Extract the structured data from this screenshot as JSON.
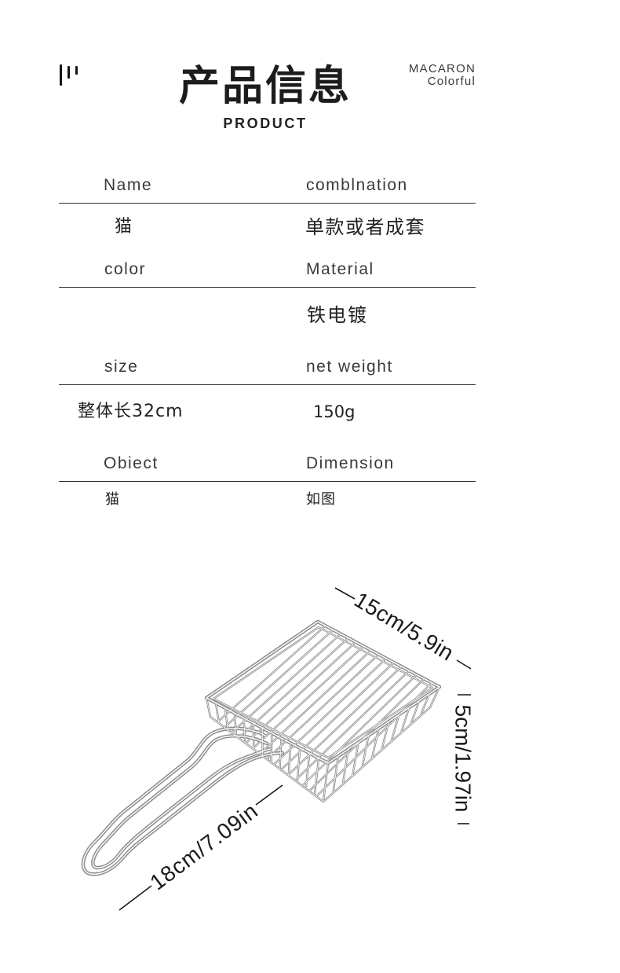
{
  "header": {
    "title": "产品信息",
    "subtitle": "PRODUCT",
    "brand_line1": "MACARON",
    "brand_line2": "Colorful"
  },
  "specs": [
    {
      "label_left": "Name",
      "label_right": "comblnation",
      "value_left": "猫",
      "value_right": "单款或者成套"
    },
    {
      "label_left": "color",
      "label_right": "Material",
      "value_right": "铁电镀"
    },
    {
      "label_left": "size",
      "label_right": "net weight",
      "value_left": "整体长32cm",
      "value_right": "150g"
    },
    {
      "label_left": "Obiect",
      "label_right": "Dimension",
      "value_left": "猫",
      "value_right": "如图"
    }
  ],
  "illustration": {
    "width_label": "15cm/5.9in",
    "height_label": "5cm/1.97in",
    "length_label": "18cm/7.09in"
  },
  "icons": {
    "brand_mark": "brand-mark-icon"
  },
  "colors": {
    "text": "#222222",
    "rule": "#2b2b2b",
    "wire": "#8a8a8a"
  }
}
